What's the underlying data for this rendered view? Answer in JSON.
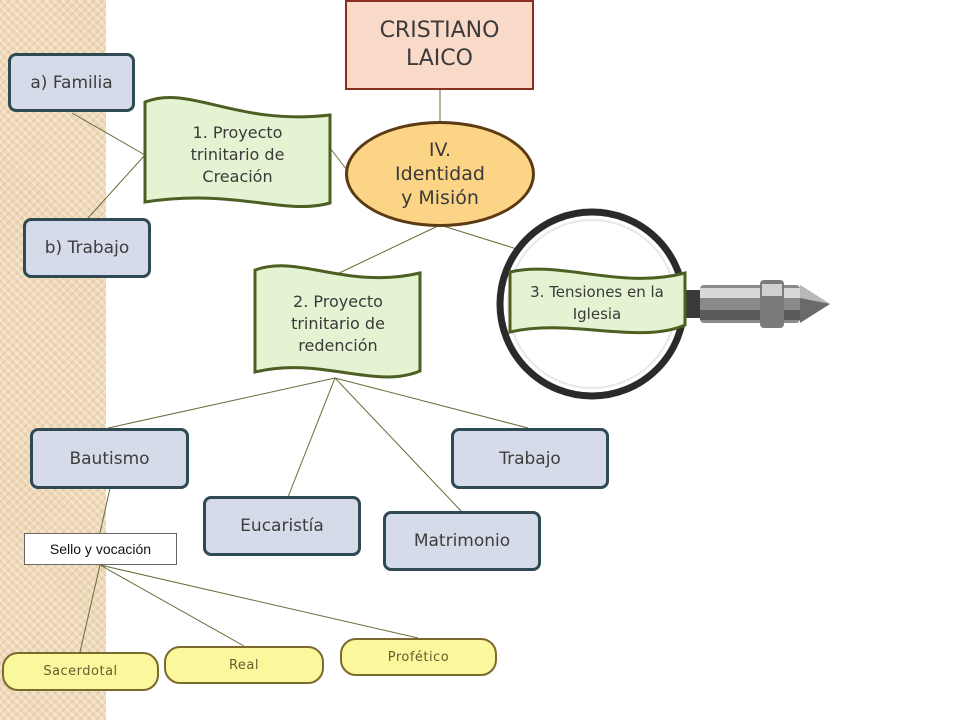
{
  "colors": {
    "blue_fill": "#d5dbe8",
    "blue_border": "#2f4a52",
    "banner_fill": "#e4f3d2",
    "banner_border": "#4d5f22",
    "yellow_fill": "#fbf79c",
    "laico_fill": "#f9d9c7",
    "oval_fill": "#fcd486",
    "line": "#6b6b3a"
  },
  "nodes": {
    "cristiano": "CRISTIANO",
    "laico": "LAICO",
    "identidad_1": "IV.",
    "identidad_2": "Identidad",
    "identidad_3": "y Misión",
    "proyecto1_1": "1. Proyecto",
    "proyecto1_2": "trinitario de",
    "proyecto1_3": "Creación",
    "proyecto2_1": "2. Proyecto",
    "proyecto2_2": "trinitario de",
    "proyecto2_3": "redención",
    "tensiones_1": "3. Tensiones en la",
    "tensiones_2": "Iglesia",
    "familia": "a) Familia",
    "trabajo_b": "b) Trabajo",
    "bautismo": "Bautismo",
    "eucaristia": "Eucaristía",
    "matrimonio": "Matrimonio",
    "trabajo": "Trabajo",
    "sello": "Sello y vocación",
    "sacerdotal": "Sacerdotal",
    "real": "Real",
    "profetico": "Profético"
  }
}
